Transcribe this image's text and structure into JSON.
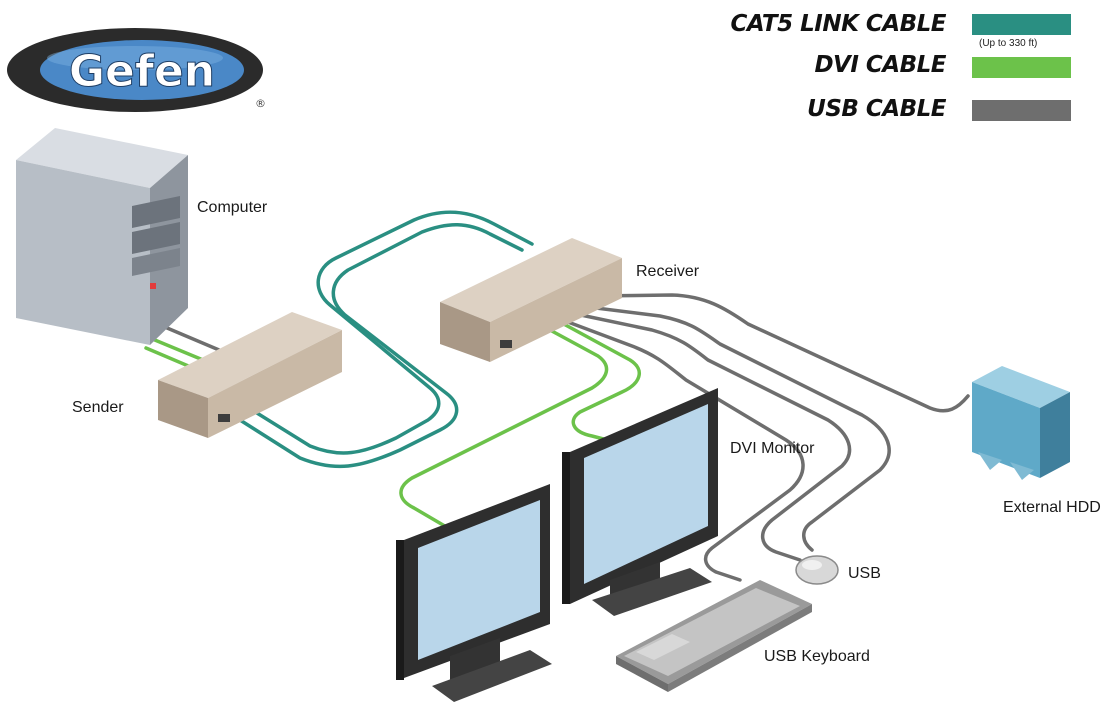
{
  "brand": {
    "name": "Gefen",
    "registered_mark": "®"
  },
  "legend": {
    "items": [
      {
        "label": "CAT5 LINK CABLE",
        "note": "(Up to 330 ft)",
        "color": "#2a8f82"
      },
      {
        "label": "DVI CABLE",
        "note": "",
        "color": "#6cc24a"
      },
      {
        "label": "USB CABLE",
        "note": "",
        "color": "#6e6e6e"
      }
    ]
  },
  "devices": {
    "computer": "Computer",
    "sender": "Sender",
    "receiver": "Receiver",
    "dvi_monitor": "DVI Monitor",
    "external_hdd": "External HDD",
    "usb_mouse": "USB",
    "usb_keyboard": "USB Keyboard"
  },
  "colors": {
    "cat5": "#2a8f82",
    "dvi": "#6cc24a",
    "usb": "#6e6e6e",
    "extender_body": "#c9b9a6",
    "hdd": "#5fa9c8",
    "logo_oval": "#2b2b2b",
    "logo_inner": "#4a88c7"
  }
}
